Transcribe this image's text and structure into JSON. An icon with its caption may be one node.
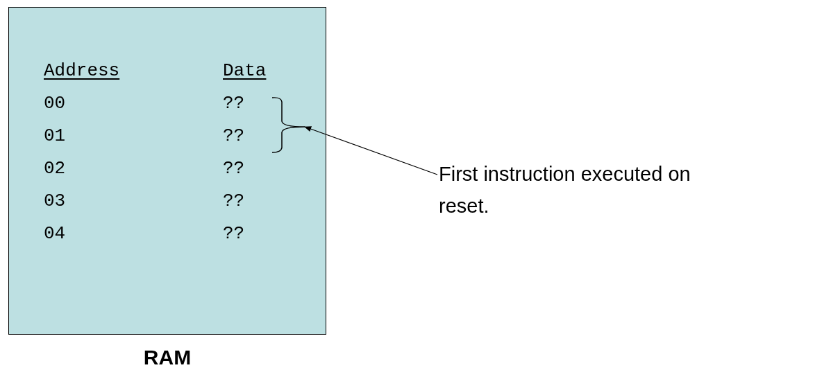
{
  "diagram": {
    "nodes": [
      {
        "text": [
          "RAM"
        ]
      },
      {
        "text": [],
        "shape": "bracket",
        "in": 0
      },
      {
        "text": [
          "First instruction executed on reset."
        ]
      }
    ],
    "edges": [
      {
        "from": 2,
        "to": 1,
        "arrow": "to"
      }
    ],
    "labels": [
      "Address",
      "Data",
      "00",
      "??",
      "01",
      "??",
      "02",
      "??",
      "03",
      "??",
      "04",
      "??"
    ]
  }
}
